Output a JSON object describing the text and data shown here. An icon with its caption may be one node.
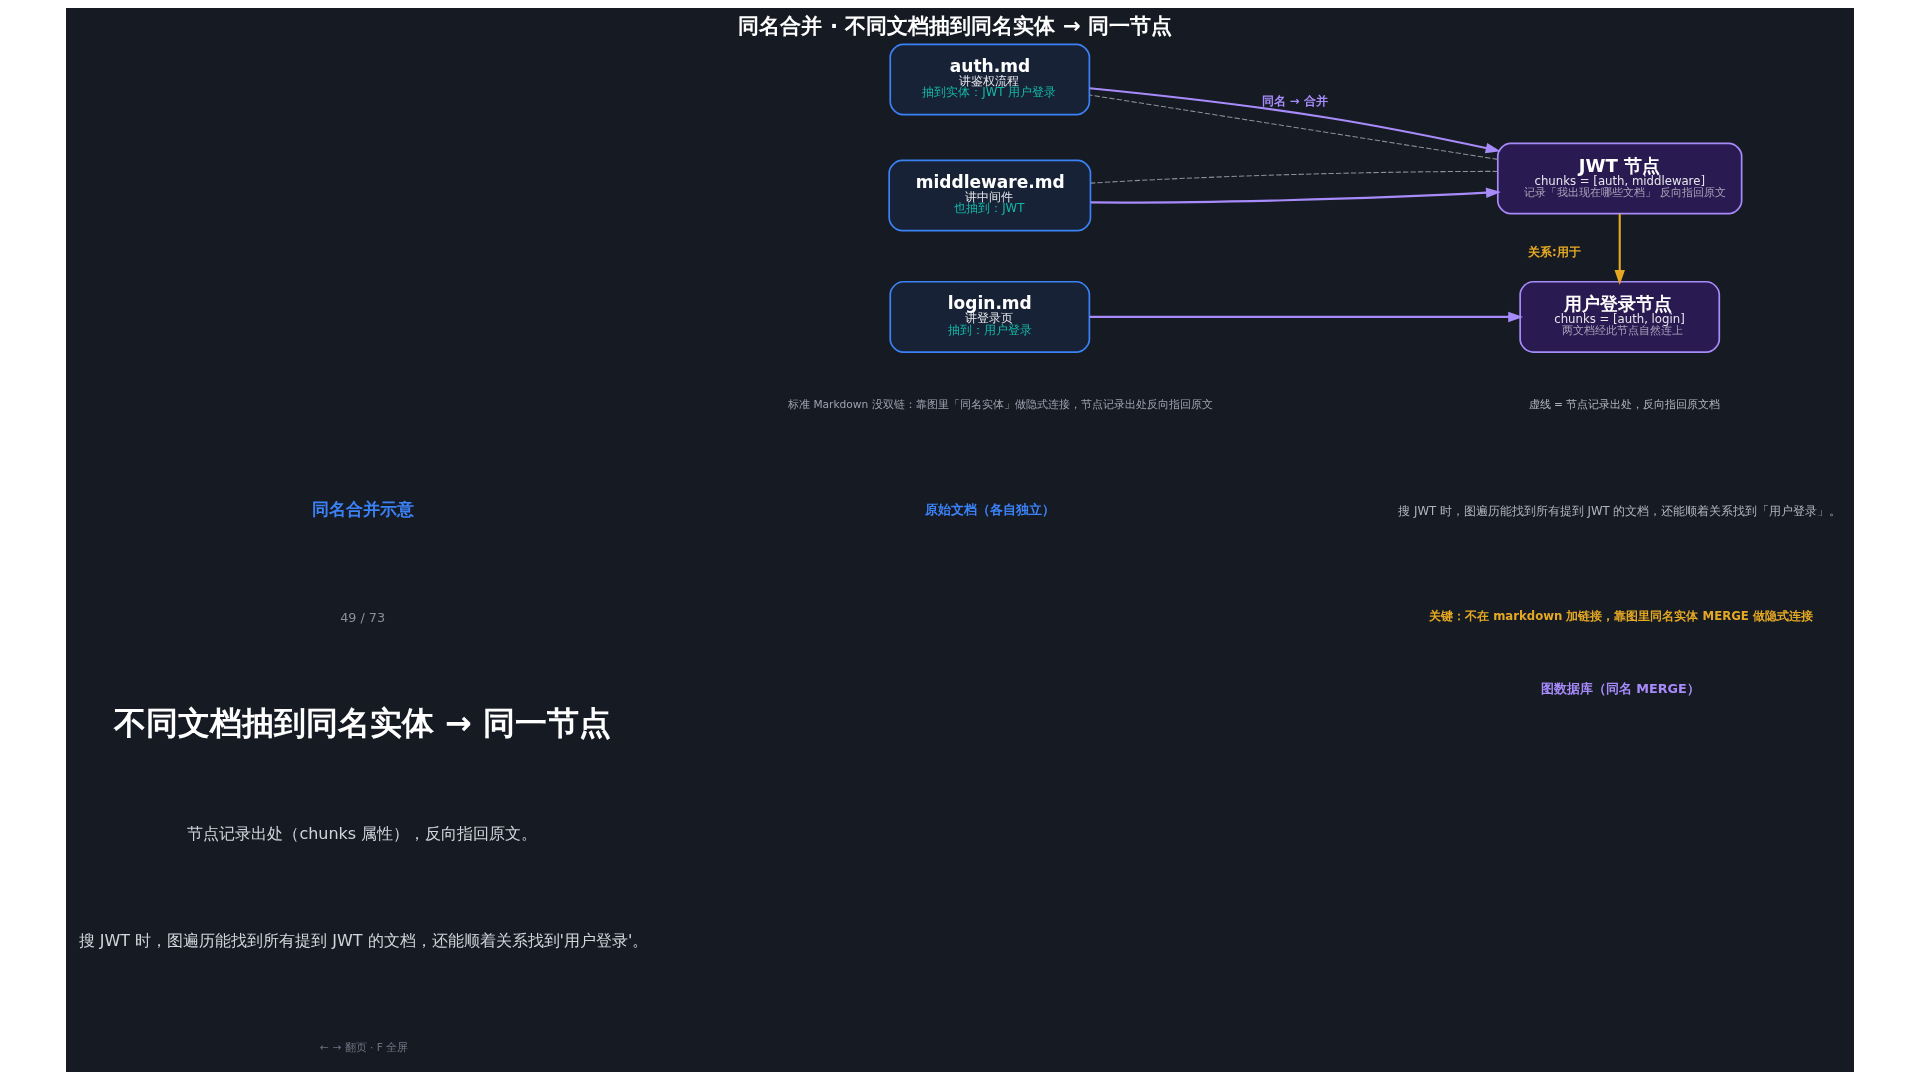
{
  "diagram": {
    "title": "同名合并 · 不同文档抽到同名实体 → 同一节点",
    "nodes": [
      {
        "text": [
          "auth.md",
          "讲鉴权流程",
          "抽到实体：JWT 用户登录"
        ]
      },
      {
        "text": [
          "middleware.md",
          "讲中间件",
          "也抽到：JWT"
        ]
      },
      {
        "text": [
          "login.md",
          "讲登录页",
          "抽到：用户登录"
        ]
      },
      {
        "text": [
          "JWT 节点",
          "chunks = [auth, middleware]",
          "记录「我出现在哪些文档」 反向指回原文"
        ]
      },
      {
        "text": [
          "用户登录节点",
          "chunks = [auth, login]",
          "两文档经此节点自然连上"
        ]
      }
    ],
    "edges": [
      {
        "from": 0,
        "to": 3,
        "arrow": "to",
        "label": "同名 → 合并"
      },
      {
        "from": 3,
        "to": 0,
        "arrow": "none",
        "style": "dashed",
        "color": "#8b8f99"
      },
      {
        "from": 1,
        "to": 3,
        "arrow": "to"
      },
      {
        "from": 3,
        "to": 1,
        "arrow": "none",
        "style": "dashed",
        "color": "#8b8f99"
      },
      {
        "from": 2,
        "to": 4,
        "arrow": "to"
      },
      {
        "from": 3,
        "to": 4,
        "arrow": "to",
        "label": "关系:用于",
        "color": "#e5a823"
      }
    ],
    "labels": [
      "同名合并示意",
      "49 / 73",
      "不同文档抽到同名实体 → 同一节点",
      "节点记录出处（chunks 属性），反向指回原文。",
      "搜 JWT 时，图遍历能找到所有提到 JWT 的文档，还能顺着关系找到'用户登录'。",
      "标准 Markdown 没双链：靠图里「同名实体」做隐式连接，节点记录出处反向指回原文",
      "原始文档（各自独立）",
      "图数据库（同名 MERGE）",
      "虚线 = 节点记录出处，反向指回原文档",
      "搜 JWT 时，图遍历能找到所有提到 JWT 的文档，还能顺着关系找到「用户登录」。",
      "关键：不在 markdown 加链接，靠图里同名实体 MERGE 做隐式连接",
      "← → 翻页 · F 全屏"
    ]
  }
}
